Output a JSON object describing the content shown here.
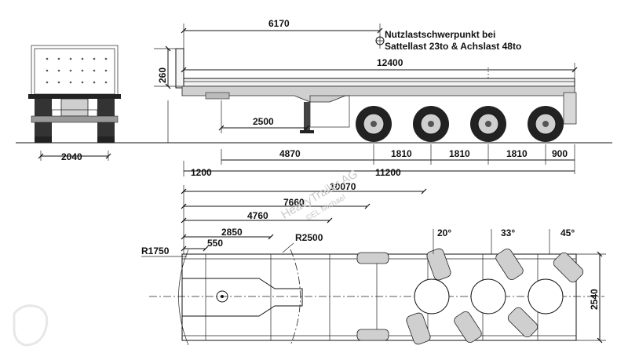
{
  "note": {
    "line1": "Nutzlastschwerpunkt bei",
    "line2": "Sattellast 23to & Achslast 48to"
  },
  "side_view": {
    "dim_6170": "6170",
    "dim_12400": "12400",
    "dim_260": "260",
    "dim_2500": "2500",
    "dim_4870": "4870",
    "dim_1810a": "1810",
    "dim_1810b": "1810",
    "dim_1810c": "1810",
    "dim_900": "900",
    "dim_1200": "1200",
    "dim_11200": "11200"
  },
  "rear_view": {
    "dim_2040": "2040"
  },
  "top_view": {
    "dim_10070": "10070",
    "dim_7660": "7660",
    "dim_4760": "4760",
    "dim_2850": "2850",
    "dim_550": "550",
    "r1750": "R1750",
    "r2500": "R2500",
    "angle_20": "20°",
    "angle_33": "33°",
    "angle_45": "45°",
    "dim_2540": "2540"
  },
  "watermark": {
    "line1": "HeavyTrailer AG",
    "line2": "©EL Michael"
  }
}
